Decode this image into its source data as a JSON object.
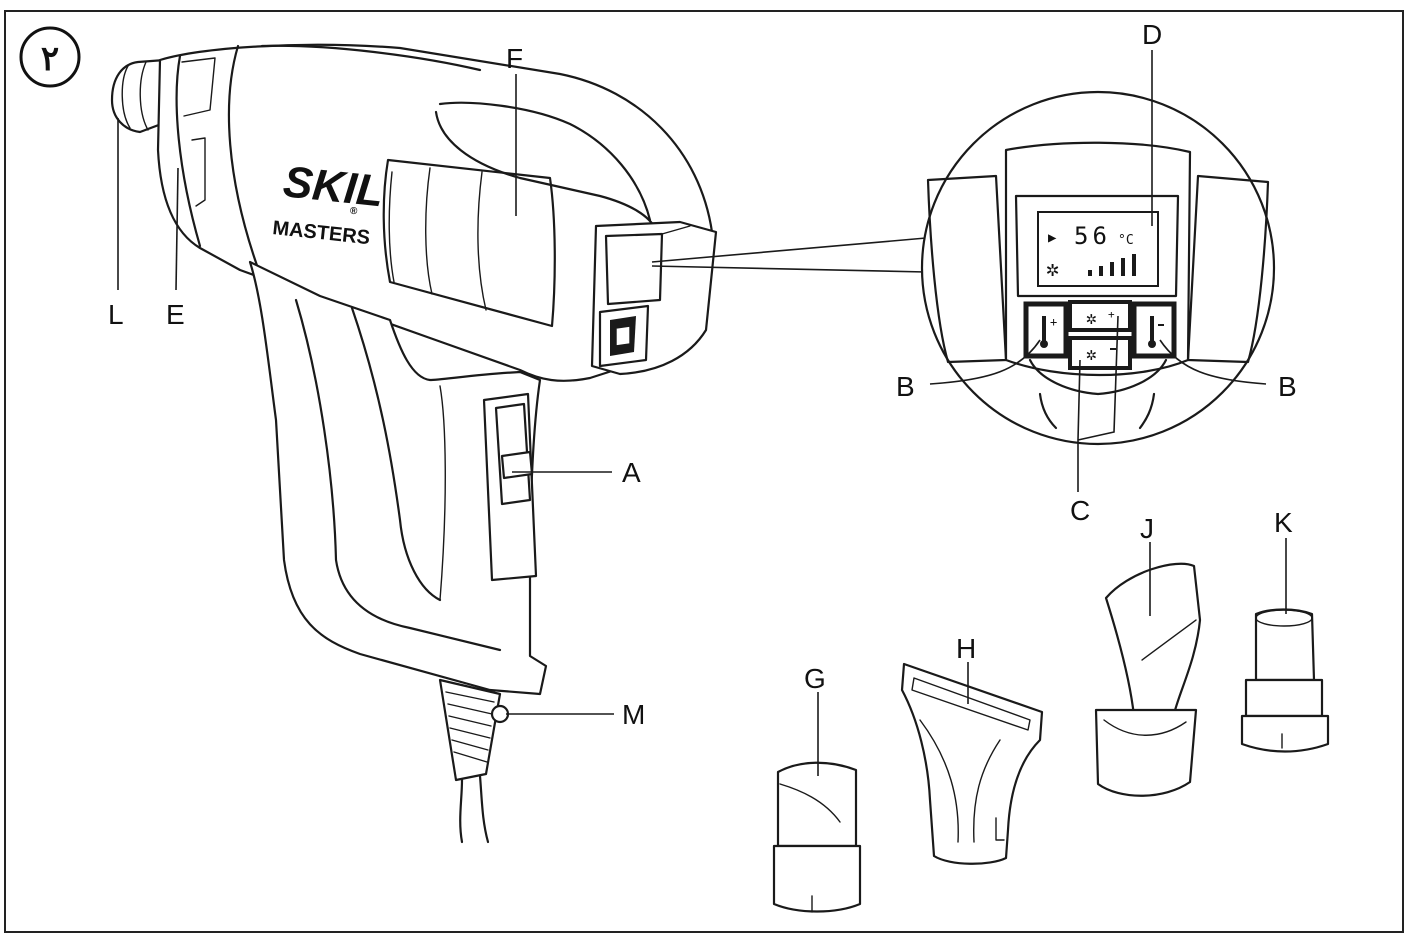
{
  "figure_number": "٢",
  "brand": {
    "logo_text": "SKIL",
    "series_text": "MASTERS",
    "registered_mark": "®"
  },
  "display": {
    "temperature_value": "56",
    "temperature_unit": "°C",
    "arrow_glyph": "▶",
    "fan_glyph": "✲"
  },
  "labels": {
    "A": "A",
    "B_left": "B",
    "B_right": "B",
    "C": "C",
    "D": "D",
    "E": "E",
    "F": "F",
    "G": "G",
    "H": "H",
    "J": "J",
    "K": "K",
    "L": "L",
    "M": "M"
  }
}
